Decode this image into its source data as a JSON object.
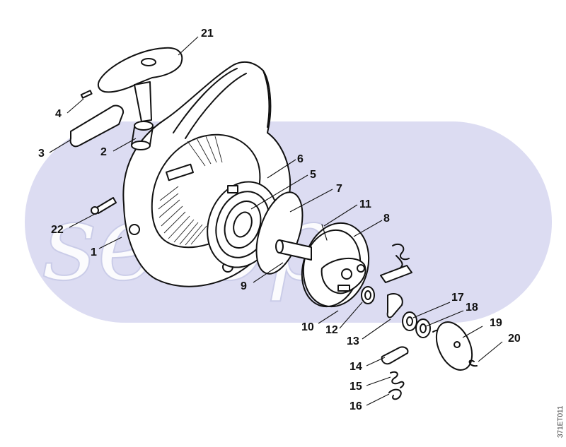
{
  "diagram": {
    "callouts": [
      "21",
      "4",
      "3",
      "2",
      "6",
      "5",
      "7",
      "11",
      "8",
      "22",
      "1",
      "9",
      "10",
      "12",
      "13",
      "17",
      "18",
      "19",
      "20",
      "14",
      "15",
      "16"
    ],
    "drawing_code": "371ET011",
    "watermark": "setop",
    "colors": {
      "watermark_band": "#dcdcf2",
      "line_art": "#111111"
    }
  }
}
